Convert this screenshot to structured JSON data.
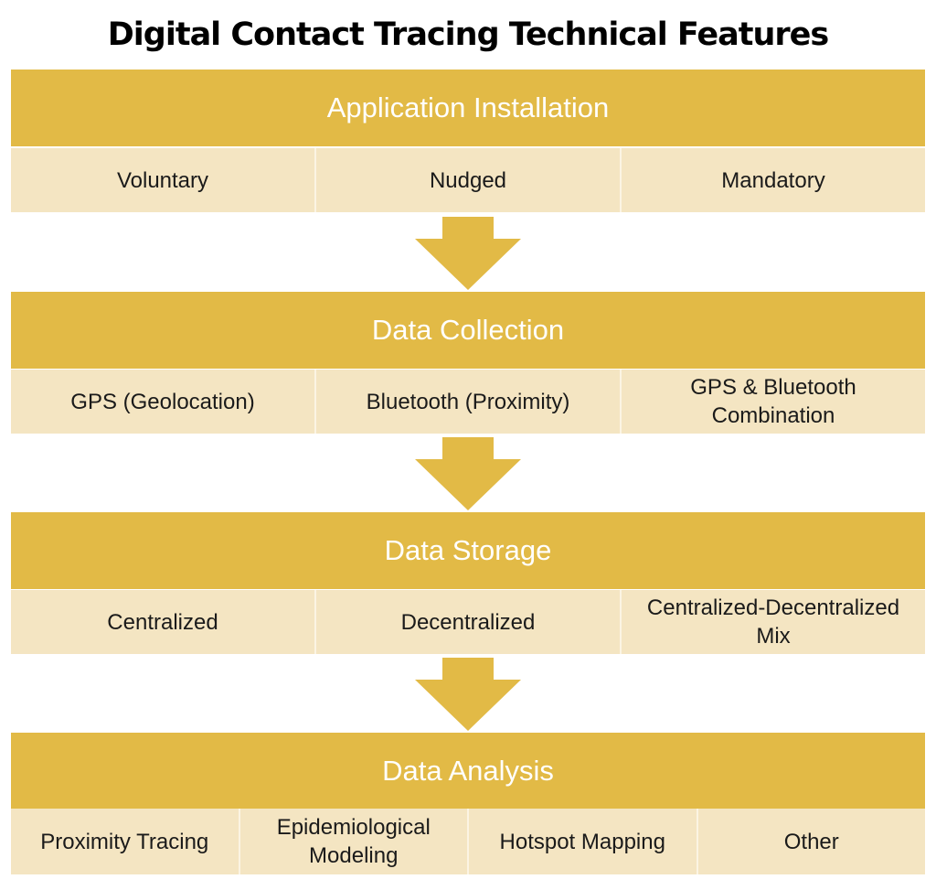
{
  "title": "Digital Contact Tracing Technical Features",
  "colors": {
    "header": "#e2ba46",
    "row": "#f4e5c2",
    "arrow": "#e2ba46"
  },
  "stages": [
    {
      "header": "Application Installation",
      "options": [
        "Voluntary",
        "Nudged",
        "Mandatory"
      ]
    },
    {
      "header": "Data Collection",
      "options": [
        "GPS (Geolocation)",
        "Bluetooth (Proximity)",
        "GPS & Bluetooth Combination"
      ]
    },
    {
      "header": "Data Storage",
      "options": [
        "Centralized",
        "Decentralized",
        "Centralized-Decentralized Mix"
      ]
    },
    {
      "header": "Data Analysis",
      "options": [
        "Proximity Tracing",
        "Epidemiological Modeling",
        "Hotspot Mapping",
        "Other"
      ]
    }
  ]
}
